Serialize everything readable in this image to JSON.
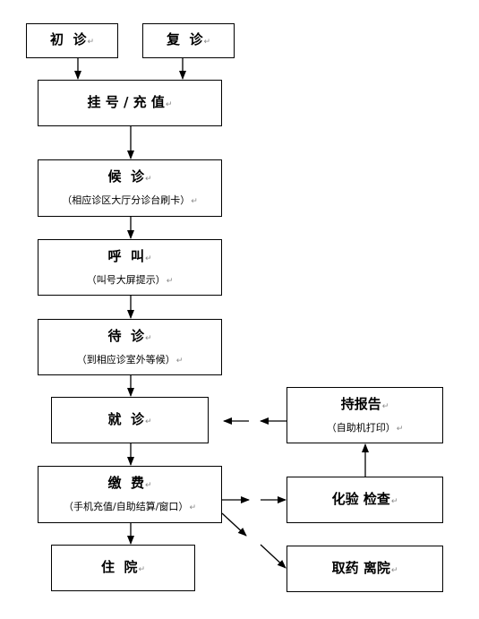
{
  "paragraph_mark": "↵",
  "nodes": {
    "first_visit": {
      "title": "初  诊"
    },
    "return_visit": {
      "title": "复  诊"
    },
    "register": {
      "title": "挂 号 / 充 值"
    },
    "wait": {
      "title": "候  诊",
      "subtitle": "（相应诊区大厅分诊台刷卡）"
    },
    "call": {
      "title": "呼  叫",
      "subtitle": "（叫号大屏提示）"
    },
    "wait_room": {
      "title": "待  诊",
      "subtitle": "（到相应诊室外等候）"
    },
    "consult": {
      "title": "就  诊"
    },
    "pay": {
      "title": "缴  费",
      "subtitle": "（手机充值/自助结算/窗口）"
    },
    "hospitalize": {
      "title": "住  院"
    },
    "report": {
      "title": "持报告",
      "subtitle": "（自助机打印）"
    },
    "lab": {
      "title": "化验 检查"
    },
    "pharmacy": {
      "title": "取药 离院"
    }
  }
}
